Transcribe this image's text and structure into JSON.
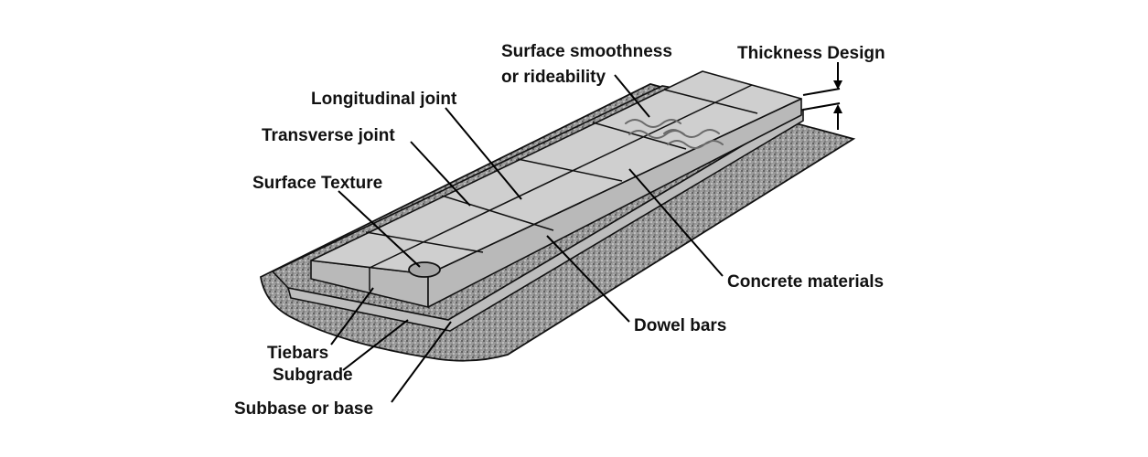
{
  "labels": {
    "surface_smoothness": "Surface smoothness",
    "rideability": "or rideability",
    "thickness_design": "Thickness Design",
    "longitudinal_joint": "Longitudinal joint",
    "transverse_joint": "Transverse joint",
    "surface_texture": "Surface Texture",
    "concrete_materials": "Concrete materials",
    "dowel_bars": "Dowel bars",
    "tiebars": "Tiebars",
    "subgrade": "Subgrade",
    "subbase_or_base": "Subbase or base"
  },
  "colors": {
    "slab": "#cfcfcf",
    "aggregate": "#8f8f8f",
    "outline": "#111111"
  }
}
